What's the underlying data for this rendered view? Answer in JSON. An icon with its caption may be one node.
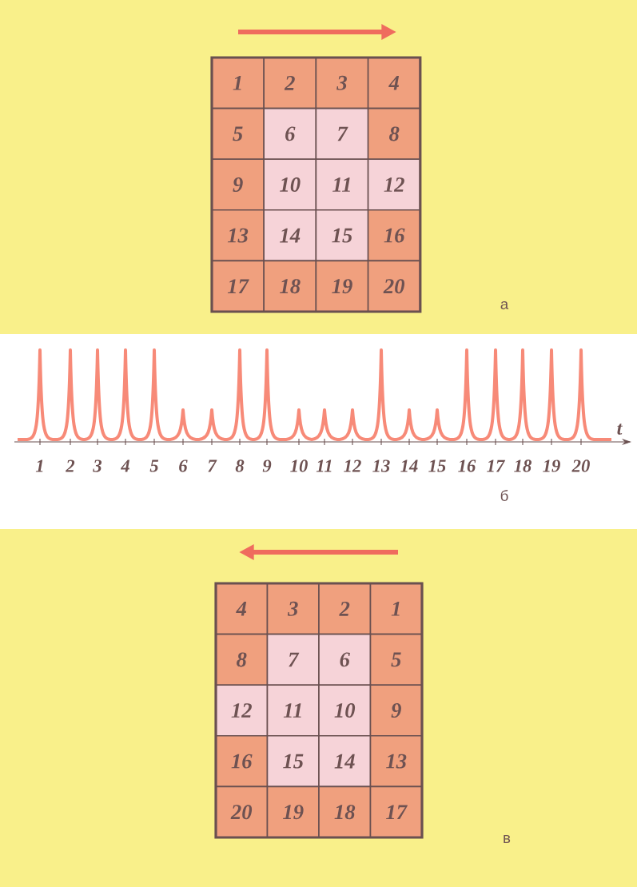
{
  "diagram": {
    "nodes": [
      {
        "text": [
          "1"
        ]
      },
      {
        "text": [
          "2"
        ]
      },
      {
        "text": [
          "3"
        ]
      },
      {
        "text": [
          "4"
        ]
      },
      {
        "text": [
          "5"
        ]
      },
      {
        "text": [
          "6"
        ]
      },
      {
        "text": [
          "7"
        ]
      },
      {
        "text": [
          "8"
        ]
      },
      {
        "text": [
          "9"
        ]
      },
      {
        "text": [
          "10"
        ]
      },
      {
        "text": [
          "11"
        ]
      },
      {
        "text": [
          "12"
        ]
      },
      {
        "text": [
          "13"
        ]
      },
      {
        "text": [
          "14"
        ]
      },
      {
        "text": [
          "15"
        ]
      },
      {
        "text": [
          "16"
        ]
      },
      {
        "text": [
          "17"
        ]
      },
      {
        "text": [
          "18"
        ]
      },
      {
        "text": [
          "19"
        ]
      },
      {
        "text": [
          "20"
        ]
      },
      {
        "text": [
          "4"
        ]
      },
      {
        "text": [
          "3"
        ]
      },
      {
        "text": [
          "2"
        ]
      },
      {
        "text": [
          "1"
        ]
      },
      {
        "text": [
          "8"
        ]
      },
      {
        "text": [
          "7"
        ]
      },
      {
        "text": [
          "6"
        ]
      },
      {
        "text": [
          "5"
        ]
      },
      {
        "text": [
          "12"
        ]
      },
      {
        "text": [
          "11"
        ]
      },
      {
        "text": [
          "10"
        ]
      },
      {
        "text": [
          "9"
        ]
      },
      {
        "text": [
          "16"
        ]
      },
      {
        "text": [
          "15"
        ]
      },
      {
        "text": [
          "14"
        ]
      },
      {
        "text": [
          "13"
        ]
      },
      {
        "text": [
          "20"
        ]
      },
      {
        "text": [
          "19"
        ]
      },
      {
        "text": [
          "18"
        ]
      },
      {
        "text": [
          "17"
        ]
      }
    ],
    "labels": [
      "а",
      "t",
      "1",
      "2",
      "3",
      "4",
      "5",
      "6",
      "7",
      "8",
      "9",
      "10",
      "11",
      "12",
      "13",
      "14",
      "15",
      "16",
      "17",
      "18",
      "19",
      "20",
      "б",
      "в"
    ]
  }
}
